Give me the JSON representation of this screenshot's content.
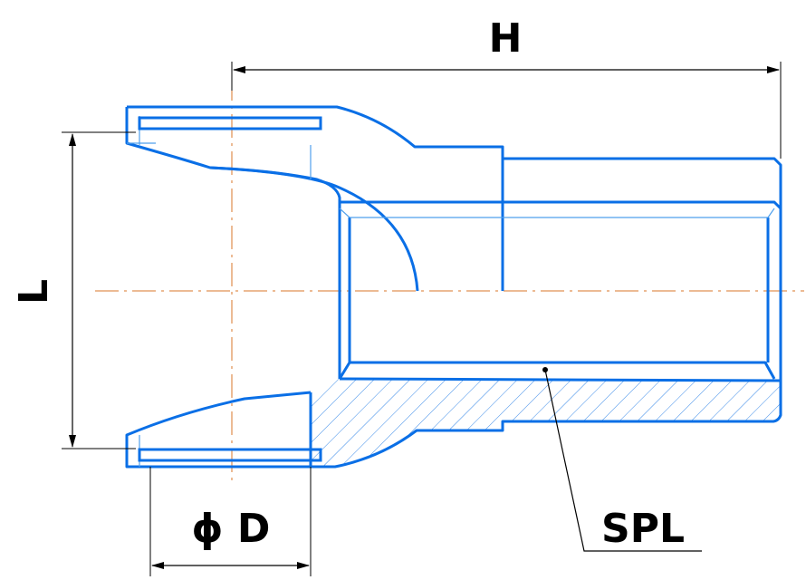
{
  "dimensions": {
    "height_label": "H",
    "length_label": "L",
    "diameter_label": "ϕ D",
    "spline_label": "SPL"
  },
  "colors": {
    "outline": "#0a6fe6",
    "hidden_lines": "#4f9fec",
    "centerline": "#d9772a",
    "hatch": "#3a8ae8",
    "dimension": "#000000"
  }
}
